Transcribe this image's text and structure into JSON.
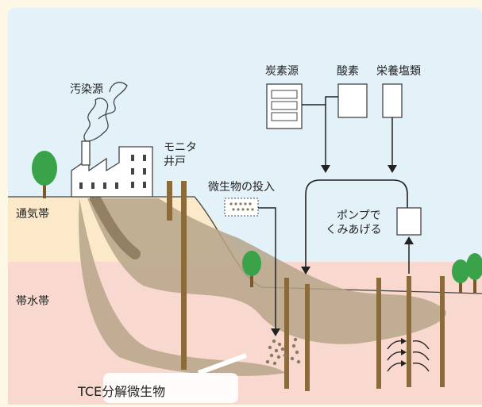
{
  "labels": {
    "pollution_source": "汚染源",
    "monitor_well_line1": "モニタ",
    "monitor_well_line2": "井戸",
    "microbe_input": "微生物の投入",
    "carbon_source": "炭素源",
    "oxygen": "酸素",
    "nutrients": "栄養塩類",
    "pump_line1": "ポンプで",
    "pump_line2": "くみあげる",
    "vadose_zone": "通気帯",
    "saturated_zone": "帯水帯",
    "tce_microbes": "TCE分解微生物"
  },
  "colors": {
    "sky": "#e3f1f8",
    "vadose": "#fbe9c9",
    "saturated": "#f9d9cf",
    "plume": "#b6a489",
    "well": "#8c6b3b",
    "tree": "#3aa34a",
    "arrow": "#222222"
  }
}
